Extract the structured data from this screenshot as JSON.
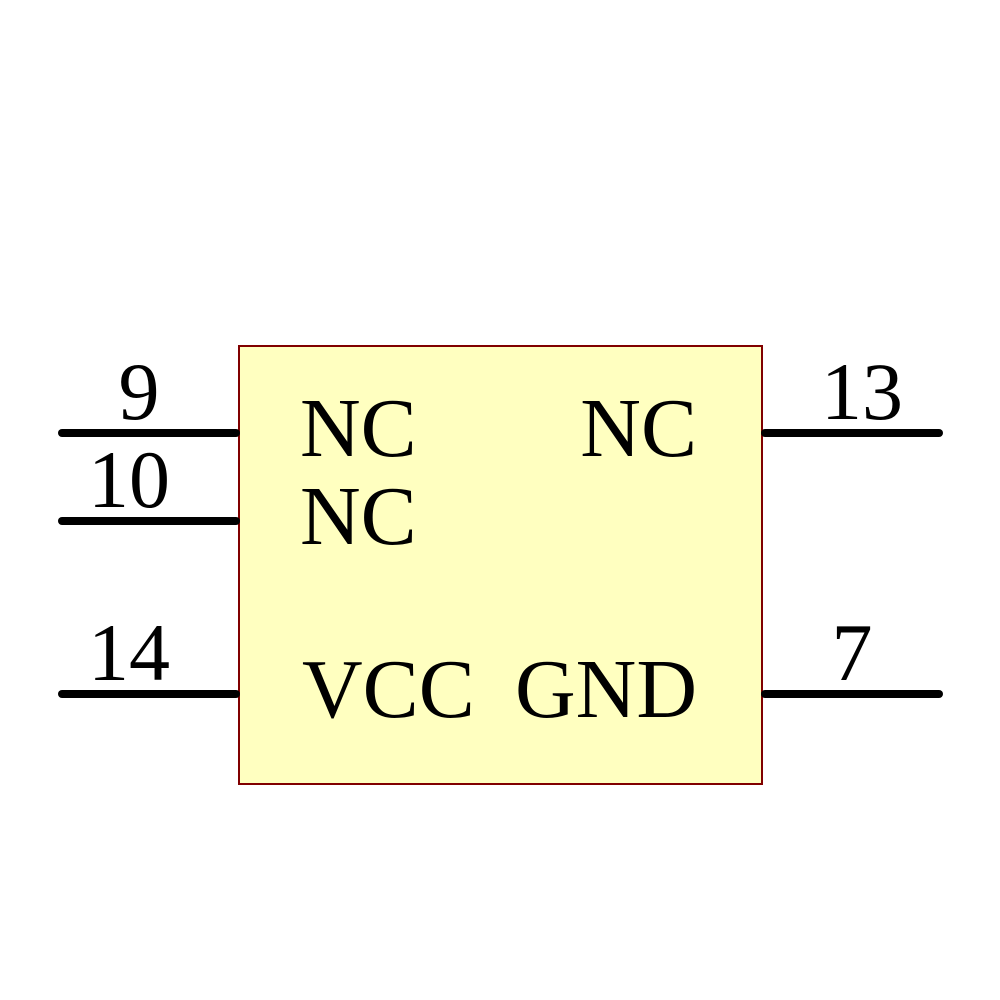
{
  "component": {
    "kind": "schematic-symbol",
    "colors": {
      "body_fill": "#ffffc0",
      "body_border": "#800000",
      "pin_line": "#000000",
      "text": "#000000",
      "background": "#ffffff"
    },
    "pins": [
      {
        "number": "9",
        "name": "NC",
        "side": "left"
      },
      {
        "number": "10",
        "name": "NC",
        "side": "left"
      },
      {
        "number": "14",
        "name": "VCC",
        "side": "left"
      },
      {
        "number": "13",
        "name": "NC",
        "side": "right"
      },
      {
        "number": "7",
        "name": "GND",
        "side": "right"
      }
    ]
  }
}
